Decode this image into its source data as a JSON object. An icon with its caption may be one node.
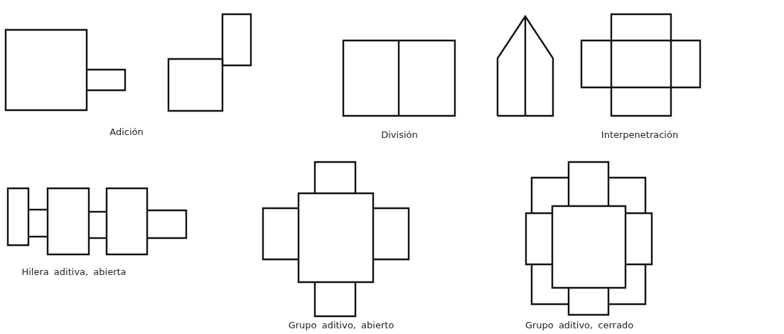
{
  "diagram": {
    "labels": [
      "Adición",
      "División",
      "Interpenetración",
      "Hilera aditiva, abierta",
      "Grupo aditivo, abierto",
      "Grupo aditivo, cerrado"
    ]
  }
}
